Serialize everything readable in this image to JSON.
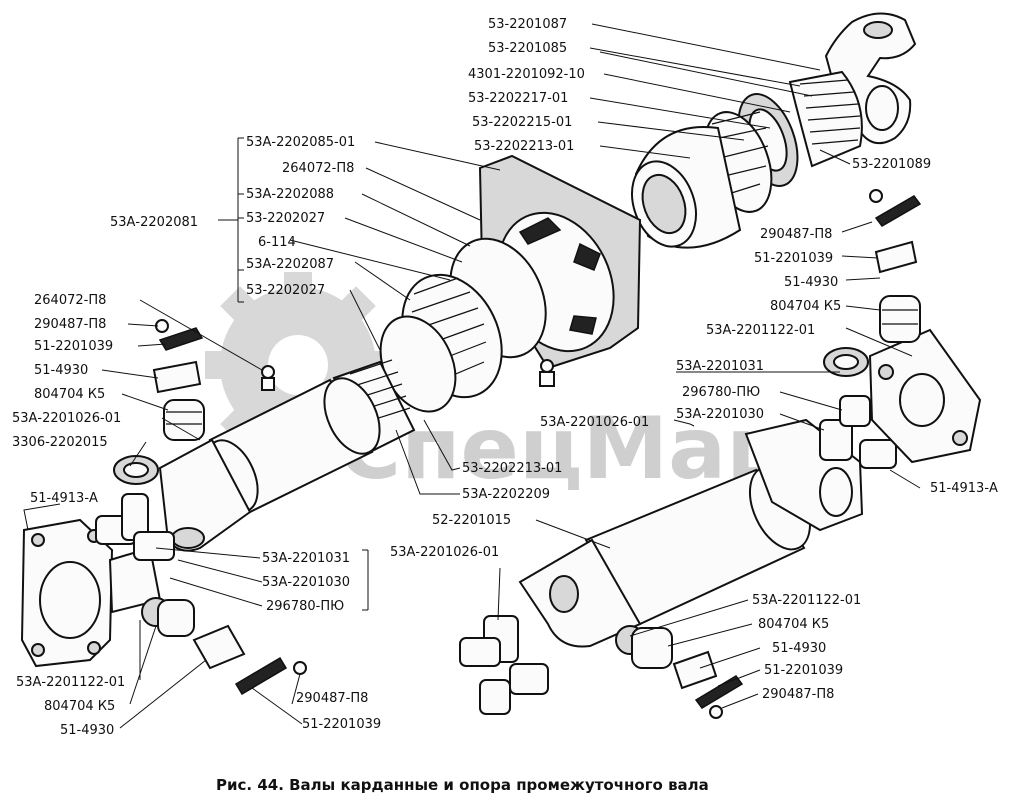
{
  "watermark": {
    "text": "СпецМаш"
  },
  "caption": "Рис. 44. Валы карданные и опора промежуточного вала",
  "labels": [
    {
      "id": "top-53-2201087",
      "text": "53-2201087"
    },
    {
      "id": "top-53-2201085",
      "text": "53-2201085"
    },
    {
      "id": "top-4301-2201092-10",
      "text": "4301-2201092-10"
    },
    {
      "id": "top-53-2202217-01",
      "text": "53-2202217-01"
    },
    {
      "id": "top-53-2202215-01",
      "text": "53-2202215-01"
    },
    {
      "id": "top-53-2202213-01",
      "text": "53-2202213-01"
    },
    {
      "id": "top-53-2201089",
      "text": "53-2201089"
    },
    {
      "id": "sup-53a-2202085-01",
      "text": "53А-2202085-01"
    },
    {
      "id": "sup-264072-p8",
      "text": "264072-П8"
    },
    {
      "id": "sup-53a-2202088",
      "text": "53А-2202088"
    },
    {
      "id": "sup-53-2202027-a",
      "text": "53-2202027"
    },
    {
      "id": "sup-6-114",
      "text": "6-114"
    },
    {
      "id": "sup-53a-2202081",
      "text": "53А-2202081"
    },
    {
      "id": "sup-53a-2202087",
      "text": "53А-2202087"
    },
    {
      "id": "sup-53-2202027-b",
      "text": "53-2202027"
    },
    {
      "id": "r-290487-p8",
      "text": "290487-П8"
    },
    {
      "id": "r-51-2201039",
      "text": "51-2201039"
    },
    {
      "id": "r-51-4930",
      "text": "51-4930"
    },
    {
      "id": "r-804704-k5",
      "text": "804704 К5"
    },
    {
      "id": "r-53a-2201122-01",
      "text": "53А-2201122-01"
    },
    {
      "id": "r-53a-2201031",
      "text": "53А-2201031"
    },
    {
      "id": "r-296780-pyu",
      "text": "296780-ПЮ"
    },
    {
      "id": "r-53a-2201030",
      "text": "53А-2201030"
    },
    {
      "id": "r-53a-2201026-01",
      "text": "53А-2201026-01"
    },
    {
      "id": "r-51-4913-a",
      "text": "51-4913-А"
    },
    {
      "id": "l-264072-p8",
      "text": "264072-П8"
    },
    {
      "id": "l-290487-p8",
      "text": "290487-П8"
    },
    {
      "id": "l-51-2201039",
      "text": "51-2201039"
    },
    {
      "id": "l-51-4930",
      "text": "51-4930"
    },
    {
      "id": "l-804704-k5",
      "text": "804704 К5"
    },
    {
      "id": "l-53a-2201026-01",
      "text": "53А-2201026-01"
    },
    {
      "id": "l-3306-2202015",
      "text": "3306-2202015"
    },
    {
      "id": "c-53-2202213-01",
      "text": "53-2202213-01"
    },
    {
      "id": "c-53a-2202209",
      "text": "53А-2202209"
    },
    {
      "id": "l-51-4913-a",
      "text": "51-4913-А"
    },
    {
      "id": "c-52-2201015",
      "text": "52-2201015"
    },
    {
      "id": "c-53a-2201031",
      "text": "53А-2201031"
    },
    {
      "id": "c-53a-2201030",
      "text": "53А-2201030"
    },
    {
      "id": "c-296780-pyu",
      "text": "296780-ПЮ"
    },
    {
      "id": "c-53a-2201026-01",
      "text": "53А-2201026-01"
    },
    {
      "id": "b-53a-2201122-01",
      "text": "53А-2201122-01"
    },
    {
      "id": "b-804704-k5",
      "text": "804704 К5"
    },
    {
      "id": "b-51-4930",
      "text": "51-4930"
    },
    {
      "id": "b-290487-p8",
      "text": "290487-П8"
    },
    {
      "id": "b-51-2201039",
      "text": "51-2201039"
    },
    {
      "id": "br-53a-2201122-01",
      "text": "53А-2201122-01"
    },
    {
      "id": "br-804704-k5",
      "text": "804704 К5"
    },
    {
      "id": "br-51-4930",
      "text": "51-4930"
    },
    {
      "id": "br-51-2201039",
      "text": "51-2201039"
    },
    {
      "id": "br-290487-p8",
      "text": "290487-П8"
    }
  ]
}
